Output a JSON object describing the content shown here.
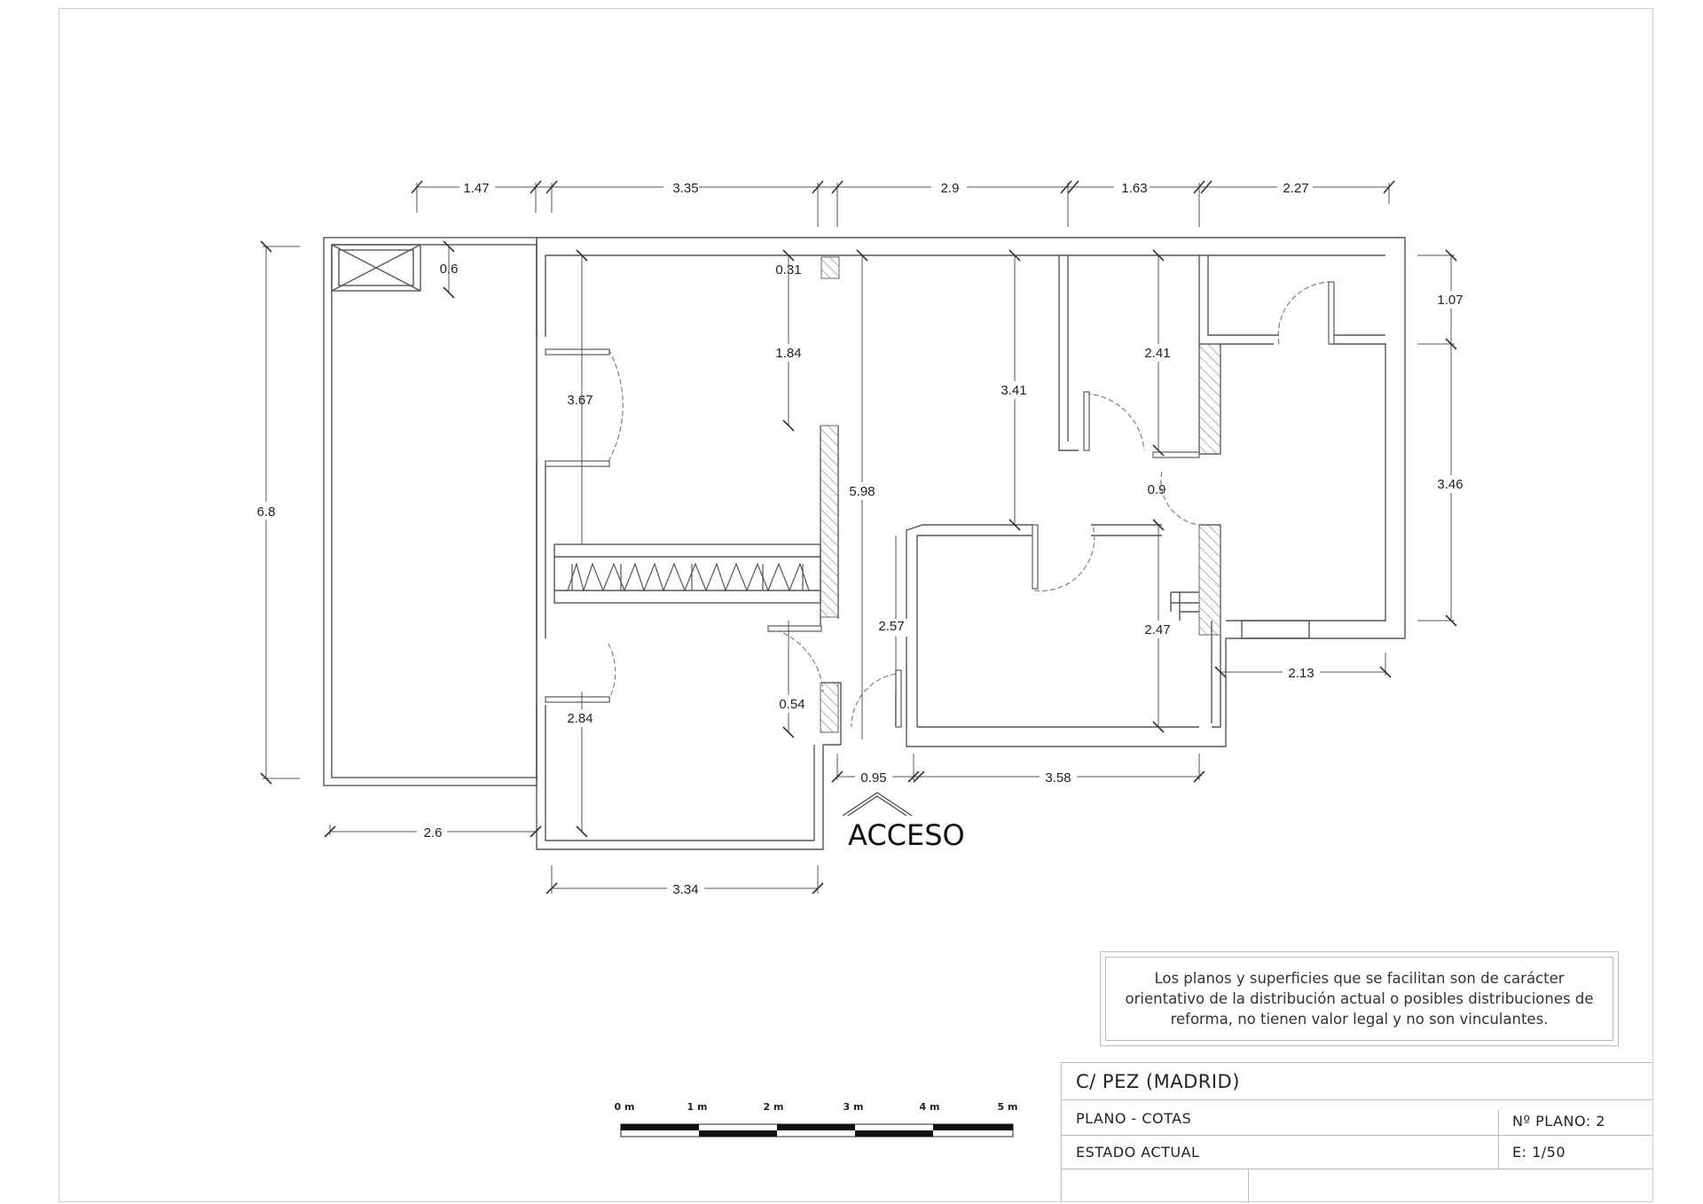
{
  "dimensions": {
    "top_1_47": "1.47",
    "top_3_35": "3.35",
    "top_2_9": "2.9",
    "top_1_63": "1.63",
    "top_2_27": "2.27",
    "left_6_8": "6.8",
    "d_0_6": "0.6",
    "d_0_31": "0.31",
    "d_1_84": "1.84",
    "d_3_67": "3.67",
    "d_5_98": "5.98",
    "d_3_41": "3.41",
    "d_2_41": "2.41",
    "d_0_9": "0.9",
    "d_1_07": "1.07",
    "d_3_46": "3.46",
    "d_2_57": "2.57",
    "d_2_47": "2.47",
    "d_2_13": "2.13",
    "d_0_54": "0.54",
    "d_2_84": "2.84",
    "d_0_95": "0.95",
    "d_3_58": "3.58",
    "bottom_2_6": "2.6",
    "bottom_3_34": "3.34"
  },
  "access_label": "ACCESO",
  "scale_bar": {
    "labels": [
      "0 m",
      "1 m",
      "2 m",
      "3 m",
      "4 m",
      "5 m"
    ]
  },
  "disclaimer": "Los planos y superficies que se facilitan son de carácter orientativo de la distribución actual o posibles distribuciones de reforma, no tienen valor legal y no son vinculantes.",
  "title_block": {
    "address": "C/  PEZ   (MADRID)",
    "plan_type": "PLANO   -  COTAS",
    "plan_number": "Nº PLANO:  2",
    "state": "ESTADO  ACTUAL",
    "scale": "E: 1/50"
  }
}
